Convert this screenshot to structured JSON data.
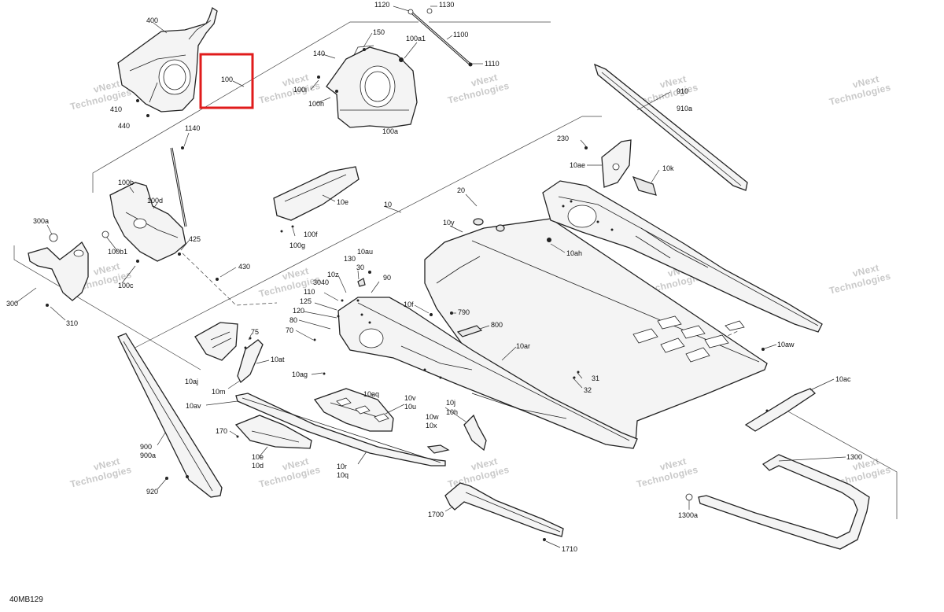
{
  "diagram": {
    "code": "40MB129",
    "highlight_label": "100",
    "highlight_color": "#e01b1b",
    "watermark": [
      "vNext",
      "Technologies"
    ],
    "callouts": [
      "1120",
      "1130",
      "150",
      "100a1",
      "1100",
      "140",
      "1110",
      "100i",
      "100h",
      "100a",
      "400",
      "410",
      "440",
      "910",
      "910a",
      "230",
      "10ae",
      "10k",
      "1140",
      "10e",
      "100f",
      "100g",
      "10",
      "20",
      "10y",
      "10ah",
      "100b",
      "100d",
      "300a",
      "425",
      "100b1",
      "100c",
      "300",
      "310",
      "430",
      "30",
      "130",
      "10au",
      "10z",
      "3040",
      "110",
      "125",
      "120",
      "80",
      "70",
      "90",
      "10f",
      "790",
      "800",
      "10ar",
      "10aw",
      "75",
      "10aj",
      "10at",
      "10ag",
      "10aq",
      "31",
      "32",
      "10ac",
      "10m",
      "10av",
      "10v",
      "10u",
      "10j",
      "10h",
      "10w",
      "10x",
      "170",
      "10e",
      "10d",
      "900",
      "900a",
      "10r",
      "10q",
      "1300",
      "1300a",
      "920",
      "1700",
      "1710"
    ]
  }
}
